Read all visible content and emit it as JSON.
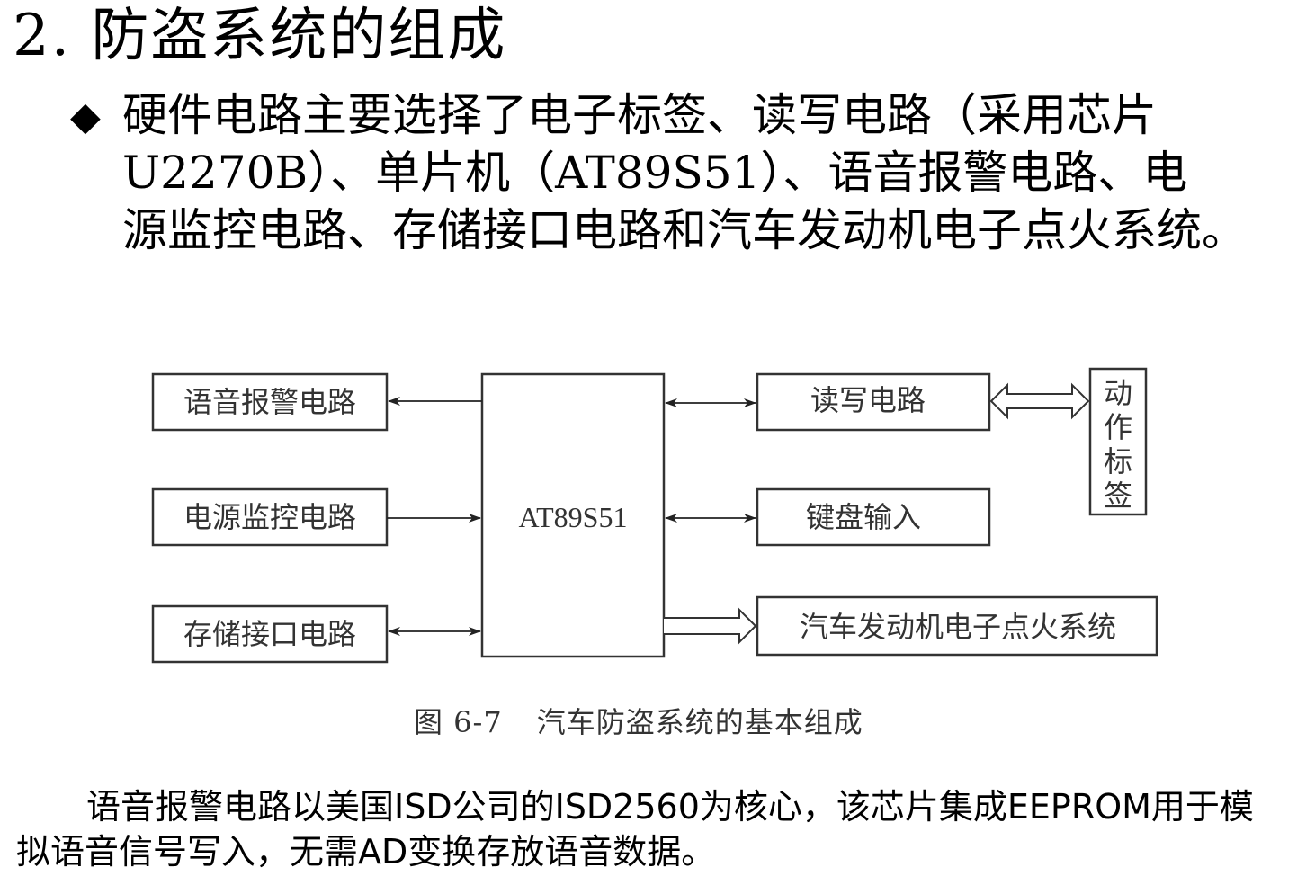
{
  "heading": "2. 防盗系统的组成",
  "bullet": {
    "marker": "◆",
    "lines": [
      "硬件电路主要选择了电子标签、读写电路（采用芯片",
      "U2270B）、单片机（AT89S51）、语音报警电路、电",
      "源监控电路、存储接口电路和汽车发动机电子点火系统。"
    ]
  },
  "diagram": {
    "boxes": {
      "voice_alarm": "语音报警电路",
      "power_monitor": "电源监控电路",
      "storage_interface": "存储接口电路",
      "mcu": "AT89S51",
      "read_write": "读写电路",
      "keyboard": "键盘输入",
      "ignition": "汽车发动机电子点火系统",
      "tag": [
        "动",
        "作",
        "标",
        "签"
      ]
    },
    "connections": [
      {
        "from": "mcu",
        "to": "voice_alarm",
        "direction": "to"
      },
      {
        "from": "power_monitor",
        "to": "mcu",
        "direction": "to"
      },
      {
        "from": "storage_interface",
        "to": "mcu",
        "direction": "both"
      },
      {
        "from": "mcu",
        "to": "read_write",
        "direction": "both"
      },
      {
        "from": "mcu",
        "to": "keyboard",
        "direction": "both"
      },
      {
        "from": "mcu",
        "to": "ignition",
        "direction": "to",
        "style": "hollow"
      },
      {
        "from": "read_write",
        "to": "tag",
        "direction": "both",
        "style": "hollow"
      }
    ],
    "caption_number": "图 6-7",
    "caption_text": "汽车防盗系统的基本组成"
  },
  "paragraph": {
    "lines": [
      "语音报警电路以美国ISD公司的ISD2560为核心，该芯片集成EEPROM用于模",
      "拟语音信号写入，无需AD变换存放语音数据。"
    ]
  }
}
